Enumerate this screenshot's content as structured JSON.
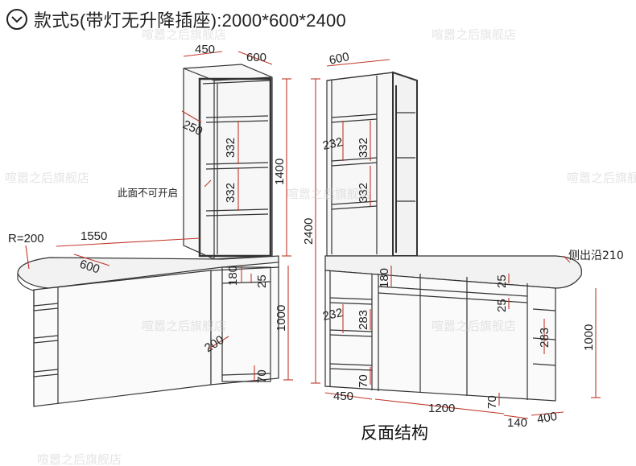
{
  "header": {
    "title": "款式5(带灯无升降插座):2000*600*2400"
  },
  "caption": "反面结构",
  "watermark": "喧嚣之后旗舰店",
  "front": {
    "dims": {
      "top_w": "450",
      "top_d": "600",
      "side_d": "250",
      "shelf_a": "332",
      "shelf_b": "332",
      "tower_h": "1400",
      "total_h": "2400",
      "radius": "R=200",
      "bar_len": "1550",
      "bar_d": "600",
      "drawer_h": "180",
      "gap_25": "25",
      "cab_h": "1000",
      "cab_d": "200",
      "base_h": "70"
    },
    "note": "此面不可开启"
  },
  "back": {
    "dims": {
      "top_d": "600",
      "shelf_232": "232",
      "shelf_332a": "332",
      "shelf_332b": "332",
      "drawer_h": "180",
      "gap_25a": "25",
      "gap_25b": "25",
      "low_232": "232",
      "low_283": "283",
      "base_70a": "70",
      "base_70b": "70",
      "w450": "450",
      "w1200": "1200",
      "w140": "140",
      "w400": "400",
      "right_283": "283",
      "h1000": "1000",
      "lip": "侧出沿210"
    }
  }
}
